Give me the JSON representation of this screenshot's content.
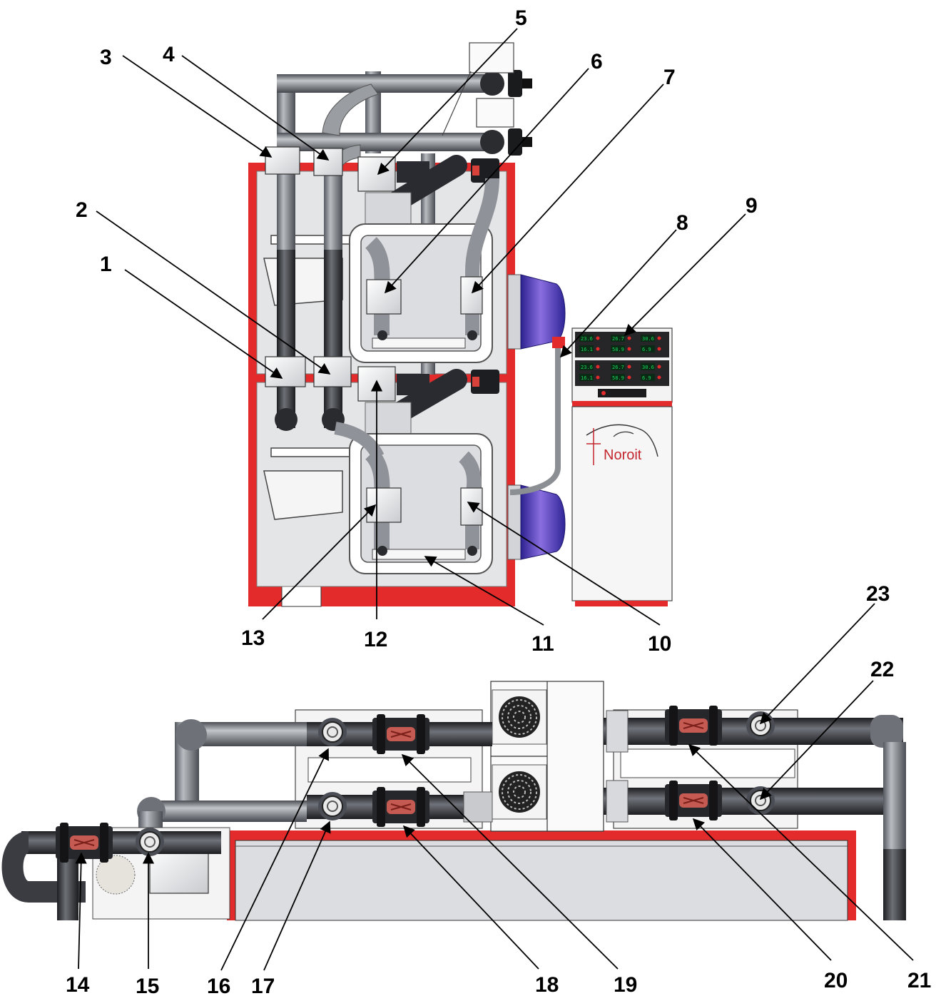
{
  "brand": {
    "logo_text": "Noroit"
  },
  "callouts": [
    "1",
    "2",
    "3",
    "4",
    "5",
    "6",
    "7",
    "8",
    "9",
    "10",
    "11",
    "12",
    "13",
    "14",
    "15",
    "16",
    "17",
    "18",
    "19",
    "20",
    "21",
    "22",
    "23"
  ],
  "controller": {
    "readouts": [
      "23.6",
      "26.7",
      "30.6",
      "16.1",
      "58.9",
      "6.9",
      "23.6",
      "26.7",
      "30.6",
      "16.1",
      "58.9",
      "6.9"
    ]
  },
  "colors": {
    "frame_red": "#e32b2b",
    "pipe_gray": "#7c7f85",
    "pipe_dark": "#2f3136",
    "tank_blue": "#4d3fc0",
    "panel_light": "#eceded",
    "valve_red": "#c4262e",
    "display_green": "#19d45a"
  },
  "icons": {
    "callout_arrow": "arrow-icon",
    "fan": "fan-grille-icon",
    "union_valve": "union-valve-icon",
    "flow_meter": "flow-meter-icon"
  }
}
